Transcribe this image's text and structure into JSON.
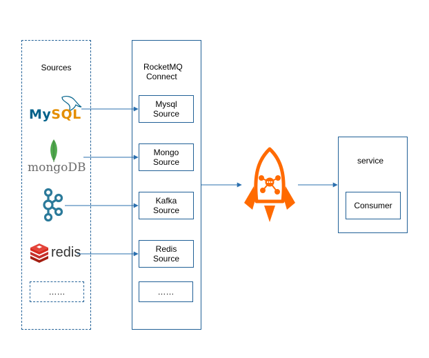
{
  "sources": {
    "title": "Sources",
    "logos": {
      "mysql": "MySQL",
      "mongodb": "mongoDB",
      "kafka": "kafka-icon",
      "redis": "redis"
    },
    "more": "……"
  },
  "connect": {
    "title_line1": "RocketMQ",
    "title_line2": "Connect",
    "items": [
      {
        "line1": "Mysql",
        "line2": "Source"
      },
      {
        "line1": "Mongo",
        "line2": "Source"
      },
      {
        "line1": "Kafka",
        "line2": "Source"
      },
      {
        "line1": "Redis",
        "line2": "Source"
      }
    ],
    "more": "……"
  },
  "rocketmq": {
    "icon": "rocket-icon",
    "color": "#ff6a00"
  },
  "service": {
    "title": "service",
    "consumer": "Consumer"
  },
  "colors": {
    "border": "#1f5f96",
    "arrow": "#2a6fae",
    "mysql_blue": "#00618a",
    "mysql_orange": "#e48e00",
    "mongo_green": "#4fa94d",
    "kafka": "#2b7a9a",
    "redis_red": "#c6302b"
  }
}
